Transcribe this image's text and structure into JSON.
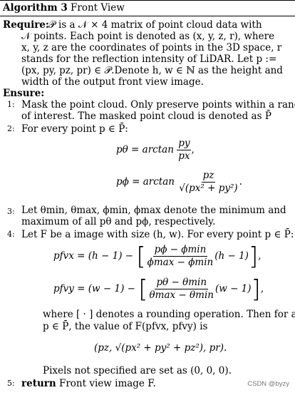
{
  "algorithm": {
    "label": "Algorithm 3",
    "title": "Front View"
  },
  "require": {
    "label": "Require:",
    "lines": [
      "𝒫 is a 𝒩 × 4 matrix of point cloud data with",
      "𝒩 points. Each point is denoted as (x, y, z, r), where",
      "x, y, z are the coordinates of points in the 3D space, r",
      "stands for the reflection intensity of LiDAR. Let p :=",
      "(px, py, pz, pr) ∈ 𝒫.Denote h, w ∈ ℕ as the height and",
      "width of the output front view image."
    ]
  },
  "ensure": {
    "label": "Ensure:"
  },
  "steps": [
    {
      "num": "1:",
      "lines": [
        "Mask the point cloud. Only preserve points within a range",
        "of interest. The masked point cloud is denoted as P̄"
      ]
    },
    {
      "num": "2:",
      "lines": [
        "For every point p ∈ P̄:"
      ]
    },
    {
      "num": "3:",
      "lines": [
        "Let θmin, θmax, ϕmin, ϕmax denote the minimum and",
        "maximum of all pθ and pϕ, respectively."
      ]
    },
    {
      "num": "4:",
      "lines": [
        "Let F be a image with size (h, w). For every point p ∈ P̄:"
      ]
    },
    {
      "num": "5:",
      "return_label": "return",
      "text": "Front view image F."
    }
  ],
  "equations": {
    "p_theta": {
      "lhs": "pθ = arctan",
      "num": "py",
      "den": "px",
      "tail": ","
    },
    "p_phi": {
      "lhs": "pϕ = arctan",
      "num": "pz",
      "den": "√(px² + py²)",
      "tail": "."
    },
    "p_fvx": {
      "lhs": "pfvx = (h − 1) −",
      "num": "pϕ − ϕmin",
      "den": "ϕmax − ϕmin",
      "factor": "(h − 1)",
      "tail": ","
    },
    "p_fvy": {
      "lhs": "pfvy = (w − 1) −",
      "num": "pθ − θmin",
      "den": "θmax − θmin",
      "factor": "(w − 1)",
      "tail": ","
    },
    "value": "(pz, √(px² + py² + pz²), pr)."
  },
  "after_eq": [
    "where [ · ] denotes a rounding operation. Then for all",
    "p ∈ P̄, the value of F(pfvx, pfvy) is"
  ],
  "pixels_line": "Pixels not specified are set as (0, 0, 0).",
  "watermark": "CSDN @byzy"
}
